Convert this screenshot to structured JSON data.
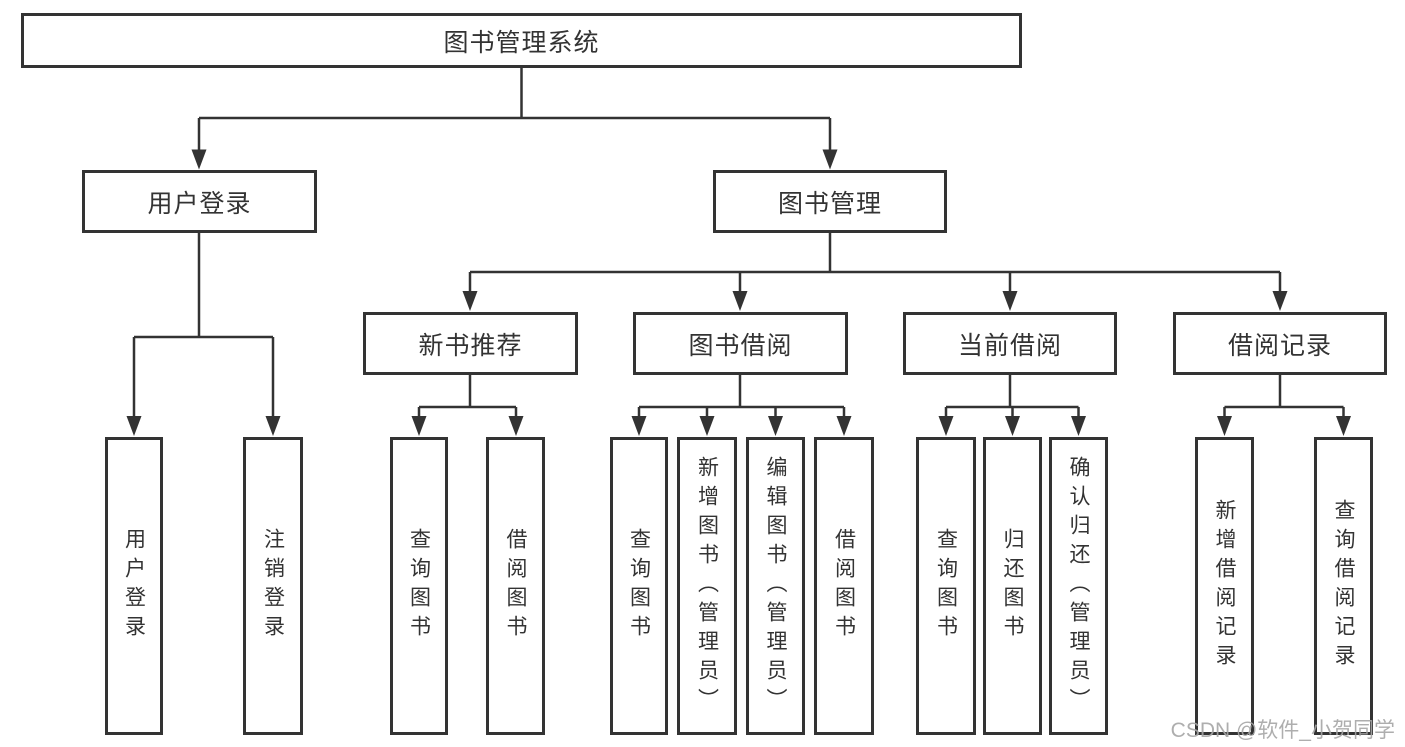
{
  "watermark": {
    "text": "CSDN @软件_小贺同学"
  },
  "colors": {
    "line": "#333333",
    "text": "#333333",
    "background": "#ffffff",
    "watermark": "#a6a6a6"
  },
  "tree": {
    "label": "图书管理系统",
    "children": [
      {
        "label": "用户登录",
        "children": [
          {
            "label": "用户登录"
          },
          {
            "label": "注销登录"
          }
        ]
      },
      {
        "label": "图书管理",
        "children": [
          {
            "label": "新书推荐",
            "children": [
              {
                "label": "查询图书"
              },
              {
                "label": "借阅图书"
              }
            ]
          },
          {
            "label": "图书借阅",
            "children": [
              {
                "label": "查询图书"
              },
              {
                "label": "新增图书（管理员）"
              },
              {
                "label": "编辑图书（管理员）"
              },
              {
                "label": "借阅图书"
              }
            ]
          },
          {
            "label": "当前借阅",
            "children": [
              {
                "label": "查询图书"
              },
              {
                "label": "归还图书"
              },
              {
                "label": "确认归还（管理员）"
              }
            ]
          },
          {
            "label": "借阅记录",
            "children": [
              {
                "label": "新增借阅记录"
              },
              {
                "label": "查询借阅记录"
              }
            ]
          }
        ]
      }
    ]
  }
}
